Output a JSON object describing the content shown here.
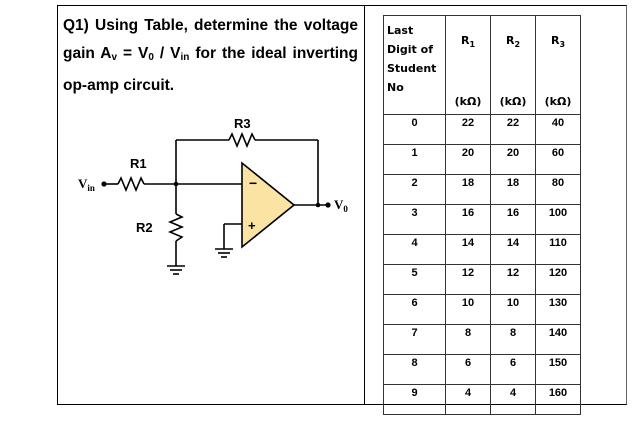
{
  "question": {
    "prefix": "Q1) Using Table, determine the voltage gain A",
    "av_sub": "v",
    "mid1": " = V",
    "vo_sub": "0",
    "mid2": " / V",
    "vin_sub": "in",
    "suffix": " for the ideal inverting op-amp circuit."
  },
  "circuit": {
    "labels": {
      "r1": "R1",
      "r2": "R2",
      "r3": "R3",
      "vin": "V",
      "vin_sub": "in",
      "vout": "V",
      "vout_sub": "0",
      "minus": "−",
      "plus": "+"
    },
    "opamp_fill": "#fbe3a4"
  },
  "table": {
    "headers": {
      "col0": [
        "Last",
        "Digit of",
        "Student",
        "No"
      ],
      "r1": {
        "name": "R",
        "sub": "1",
        "unit": "(kΩ)"
      },
      "r2": {
        "name": "R",
        "sub": "2",
        "unit": "(kΩ)"
      },
      "r3": {
        "name": "R",
        "sub": "3",
        "unit": "(kΩ)"
      }
    },
    "rows": [
      [
        "0",
        "22",
        "22",
        "40"
      ],
      [
        "1",
        "20",
        "20",
        "60"
      ],
      [
        "2",
        "18",
        "18",
        "80"
      ],
      [
        "3",
        "16",
        "16",
        "100"
      ],
      [
        "4",
        "14",
        "14",
        "110"
      ],
      [
        "5",
        "12",
        "12",
        "120"
      ],
      [
        "6",
        "10",
        "10",
        "130"
      ],
      [
        "7",
        "8",
        "8",
        "140"
      ],
      [
        "8",
        "6",
        "6",
        "150"
      ],
      [
        "9",
        "4",
        "4",
        "160"
      ]
    ]
  }
}
